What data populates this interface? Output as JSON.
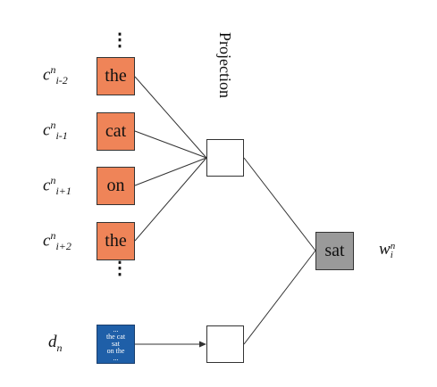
{
  "context_labels": [
    {
      "base": "c",
      "sup": "n",
      "sub": "i-2"
    },
    {
      "base": "c",
      "sup": "n",
      "sub": "i-1"
    },
    {
      "base": "c",
      "sup": "n",
      "sub": "i+1"
    },
    {
      "base": "c",
      "sup": "n",
      "sub": "i+2"
    }
  ],
  "context_words": [
    "the",
    "cat",
    "on",
    "the"
  ],
  "doc_label": {
    "base": "d",
    "sub": "n"
  },
  "doc_box_lines": [
    "...",
    "the cat",
    "sat",
    "on the",
    "..."
  ],
  "projection_title": "Projection",
  "target_word": "sat",
  "target_label": {
    "base": "w",
    "sup": "n",
    "sub": "i"
  },
  "ellipsis": "⋮",
  "colors": {
    "context_box": "#ef8458",
    "doc_box": "#1f5fa8",
    "target_box": "#9a9a9a"
  }
}
